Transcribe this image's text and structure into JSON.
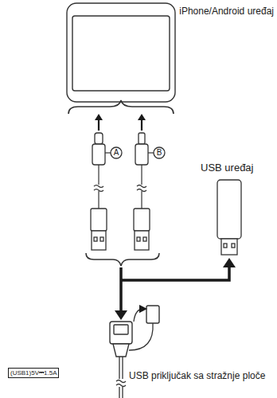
{
  "diagram": {
    "labels": [
      "iPhone/Android uređaj",
      "A",
      "B",
      "USB uređaj",
      "(USB1)5V⎓1.5A",
      "USB priključak sa stražnje ploče"
    ]
  }
}
